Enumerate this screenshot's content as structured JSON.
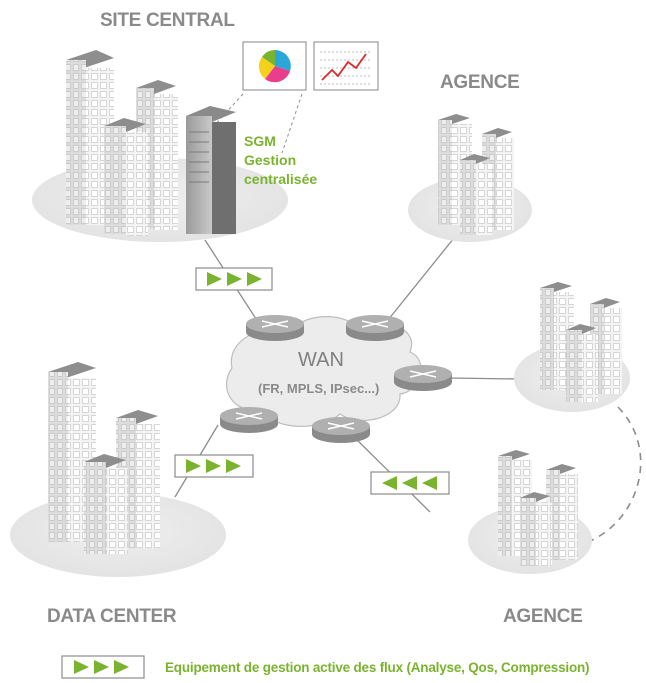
{
  "labels": {
    "site_central": "SITE CENTRAL",
    "agence_top": "AGENCE",
    "agence_bottom": "AGENCE",
    "data_center": "DATA CENTER"
  },
  "sgm": {
    "line1": "SGM",
    "line2": "Gestion",
    "line3": "centralisée"
  },
  "wan": {
    "title": "WAN",
    "subtitle": "(FR, MPLS, IPsec...)"
  },
  "legend": {
    "text": "Equipement de gestion active des flux (Analyse, Qos, Compression)"
  },
  "icons": {
    "pie": "pie-chart-icon",
    "line": "line-chart-icon",
    "router": "router-icon",
    "building": "building-icon",
    "server": "server-icon",
    "flow": "flow-arrows-icon"
  },
  "colors": {
    "accent_green": "#7ab32e",
    "label_gray": "#8a8a8a",
    "ground": "#e9e9e9",
    "pie_slices": [
      "#2aa7d8",
      "#f4d21c",
      "#e83e8c",
      "#7ab32e"
    ],
    "line_chart": "#d92b2b"
  }
}
